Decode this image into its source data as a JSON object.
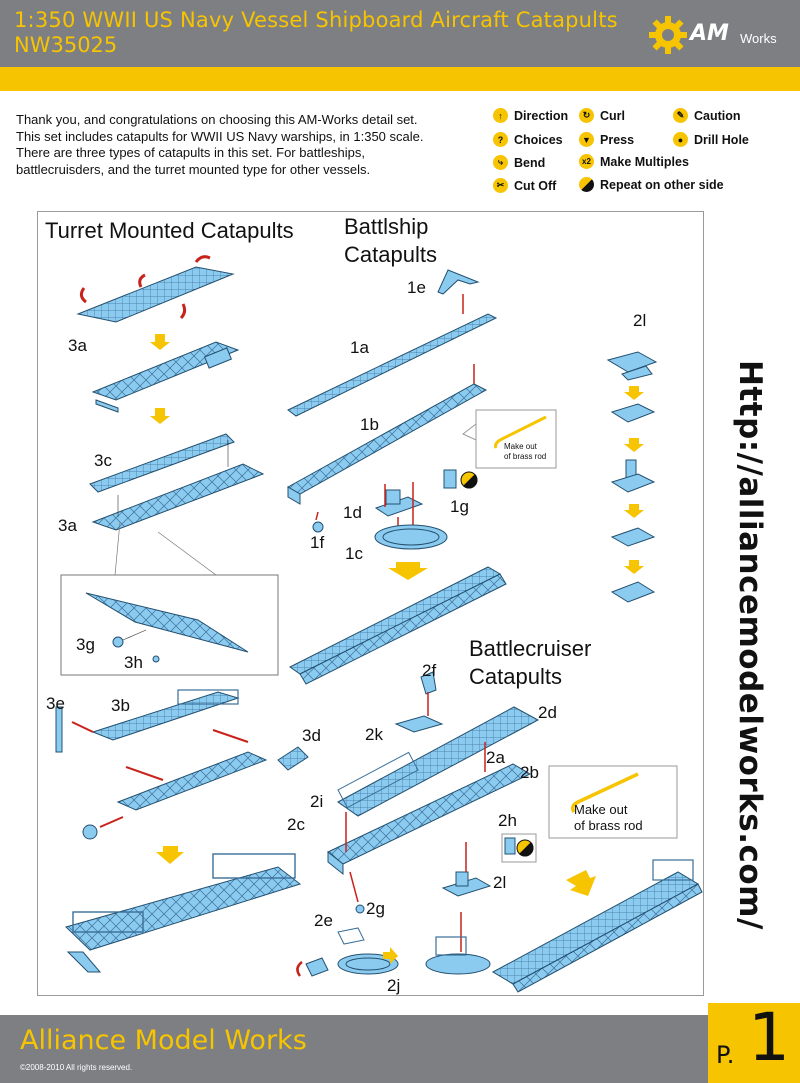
{
  "header": {
    "title": "1:350 WWII US Navy Vessel Shipboard Aircraft Catapults",
    "code": "NW35025",
    "logo_am": "AM",
    "logo_works": "Works"
  },
  "intro": {
    "lines": [
      "Thank you, and congratulations on choosing this AM-Works detail set.",
      "This set includes catapults for WWII US Navy warships, in 1:350 scale.",
      "There are three types of catapults in this set. For battleships,",
      "battlecruisders, and the turret mounted type for other vessels."
    ]
  },
  "legend": [
    {
      "label": "Direction",
      "icon": "direction-icon"
    },
    {
      "label": "Choices",
      "icon": "choices-icon"
    },
    {
      "label": "Bend",
      "icon": "bend-icon"
    },
    {
      "label": "Cut Off",
      "icon": "cut-off-icon"
    },
    {
      "label": "Curl",
      "icon": "curl-icon"
    },
    {
      "label": "Press",
      "icon": "press-icon"
    },
    {
      "label": "Make Multiples",
      "icon": "make-multiples-icon",
      "badge": "x2"
    },
    {
      "label": "Repeat on other side",
      "icon": "repeat-other-side-icon"
    },
    {
      "label": "Caution",
      "icon": "caution-icon"
    },
    {
      "label": "Drill Hole",
      "icon": "drill-hole-icon"
    }
  ],
  "sections": {
    "turret": "Turret Mounted Catapults",
    "battleship_1": "Battlship",
    "battleship_2": "Catapults",
    "battlecruiser_1": "Battlecruiser",
    "battlecruiser_2": "Catapults"
  },
  "parts": {
    "p1e": "1e",
    "p1a": "1a",
    "p1b": "1b",
    "p1d": "1d",
    "p1f": "1f",
    "p1c": "1c",
    "p1g": "1g",
    "p2l_top": "2l",
    "p3a_1": "3a",
    "p3c": "3c",
    "p3a_2": "3a",
    "p3g": "3g",
    "p3h": "3h",
    "p3e": "3e",
    "p3b": "3b",
    "p3d": "3d",
    "p2f": "2f",
    "p2d": "2d",
    "p2k": "2k",
    "p2a": "2a",
    "p2b": "2b",
    "p2i": "2i",
    "p2c": "2c",
    "p2h": "2h",
    "p2l_bottom": "2l",
    "p2g": "2g",
    "p2e": "2e",
    "p2j": "2j"
  },
  "notes": {
    "rod_1_a": "Make out",
    "rod_1_b": "of brass rod",
    "rod_2_a": "Make out",
    "rod_2_b": "of brass rod"
  },
  "url": "Http://alliancemodelworks.com/",
  "footer": {
    "name": "Alliance Model Works",
    "copyright": "©2008-2010 All rights reserved.",
    "page_prefix": "P.",
    "page_number": "1"
  },
  "colors": {
    "gold": "#f6c400",
    "gray": "#7d7f82",
    "part_blue": "#8ccbf0",
    "arrow_red": "#c8231b"
  }
}
